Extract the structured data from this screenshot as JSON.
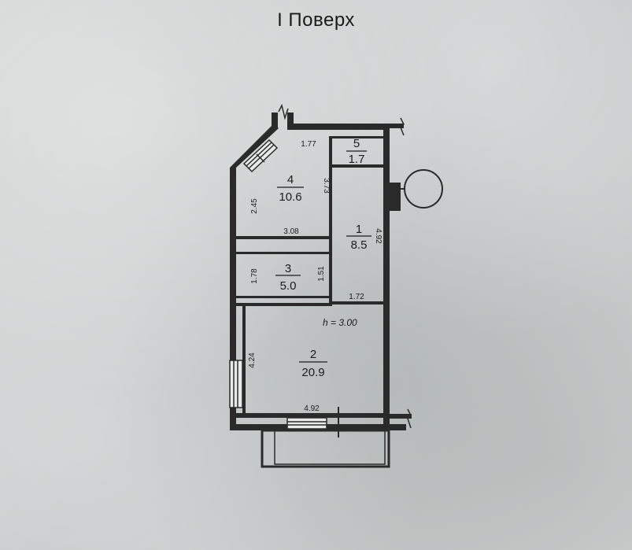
{
  "title": "I Поверх",
  "height_note": "h = 3.00",
  "rooms": [
    {
      "number": "1",
      "area": "8.5"
    },
    {
      "number": "2",
      "area": "20.9"
    },
    {
      "number": "3",
      "area": "5.0"
    },
    {
      "number": "4",
      "area": "10.6"
    },
    {
      "number": "5",
      "area": "1.7"
    }
  ],
  "dimensions": {
    "r4_top": "1.77",
    "r4_right": "3.73",
    "r4_left": "2.45",
    "r4_bottom": "3.08",
    "r1_right": "4.92",
    "r1_bottom": "1.72",
    "r3_left": "1.78",
    "r3_right": "1.51",
    "r2_left": "4.24",
    "r2_bottom": "4.92"
  }
}
